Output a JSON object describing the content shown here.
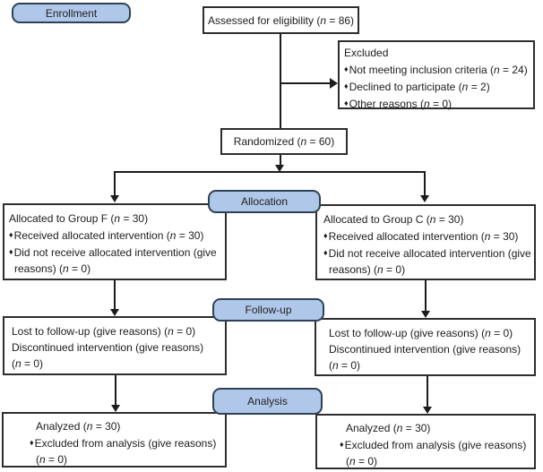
{
  "diagram": {
    "stages": {
      "enrollment": "Enrollment",
      "allocation": "Allocation",
      "followup": "Follow-up",
      "analysis": "Analysis"
    },
    "boxes": {
      "assessed": {
        "lines": [
          "Assessed for eligibility (n = 86)"
        ]
      },
      "excluded": {
        "lines": [
          "Excluded",
          "♦Not meeting inclusion criteria (n = 24)",
          "♦Declined to participate (n = 2)",
          "♦Other reasons (n = 0)"
        ]
      },
      "randomized": {
        "lines": [
          "Randomized (n = 60)"
        ]
      },
      "allocation_left": {
        "lines": [
          "Allocated to Group F (n = 30)",
          "♦Received allocated intervention (n = 30)",
          "♦Did not receive allocated intervention (give",
          "reasons) (n = 0)"
        ]
      },
      "allocation_right": {
        "lines": [
          "Allocated to Group C (n = 30)",
          "♦Received allocated intervention (n = 30)",
          "♦Did not receive allocated intervention (give",
          "reasons) (n = 0)"
        ]
      },
      "followup_left": {
        "lines": [
          "Lost to follow-up (give reasons) (n = 0)",
          "Discontinued intervention (give reasons)",
          "(n = 0)"
        ]
      },
      "followup_right": {
        "lines": [
          "Lost to follow-up (give reasons) (n = 0)",
          "Discontinued intervention (give reasons)",
          "(n = 0)"
        ]
      },
      "analysis_left": {
        "lines": [
          "Analyzed (n = 30)",
          "♦Excluded from analysis (give reasons)",
          "(n = 0)"
        ]
      },
      "analysis_right": {
        "lines": [
          "Analyzed (n = 30)",
          "♦Excluded from analysis (give reasons)",
          "(n = 0)"
        ]
      }
    },
    "colors": {
      "stage_fill": "#afc7e8",
      "stage_border": "#2e4156",
      "box_border": "#2d2d2d",
      "connector": "#1c1c1c",
      "background": "#ffffff"
    }
  }
}
